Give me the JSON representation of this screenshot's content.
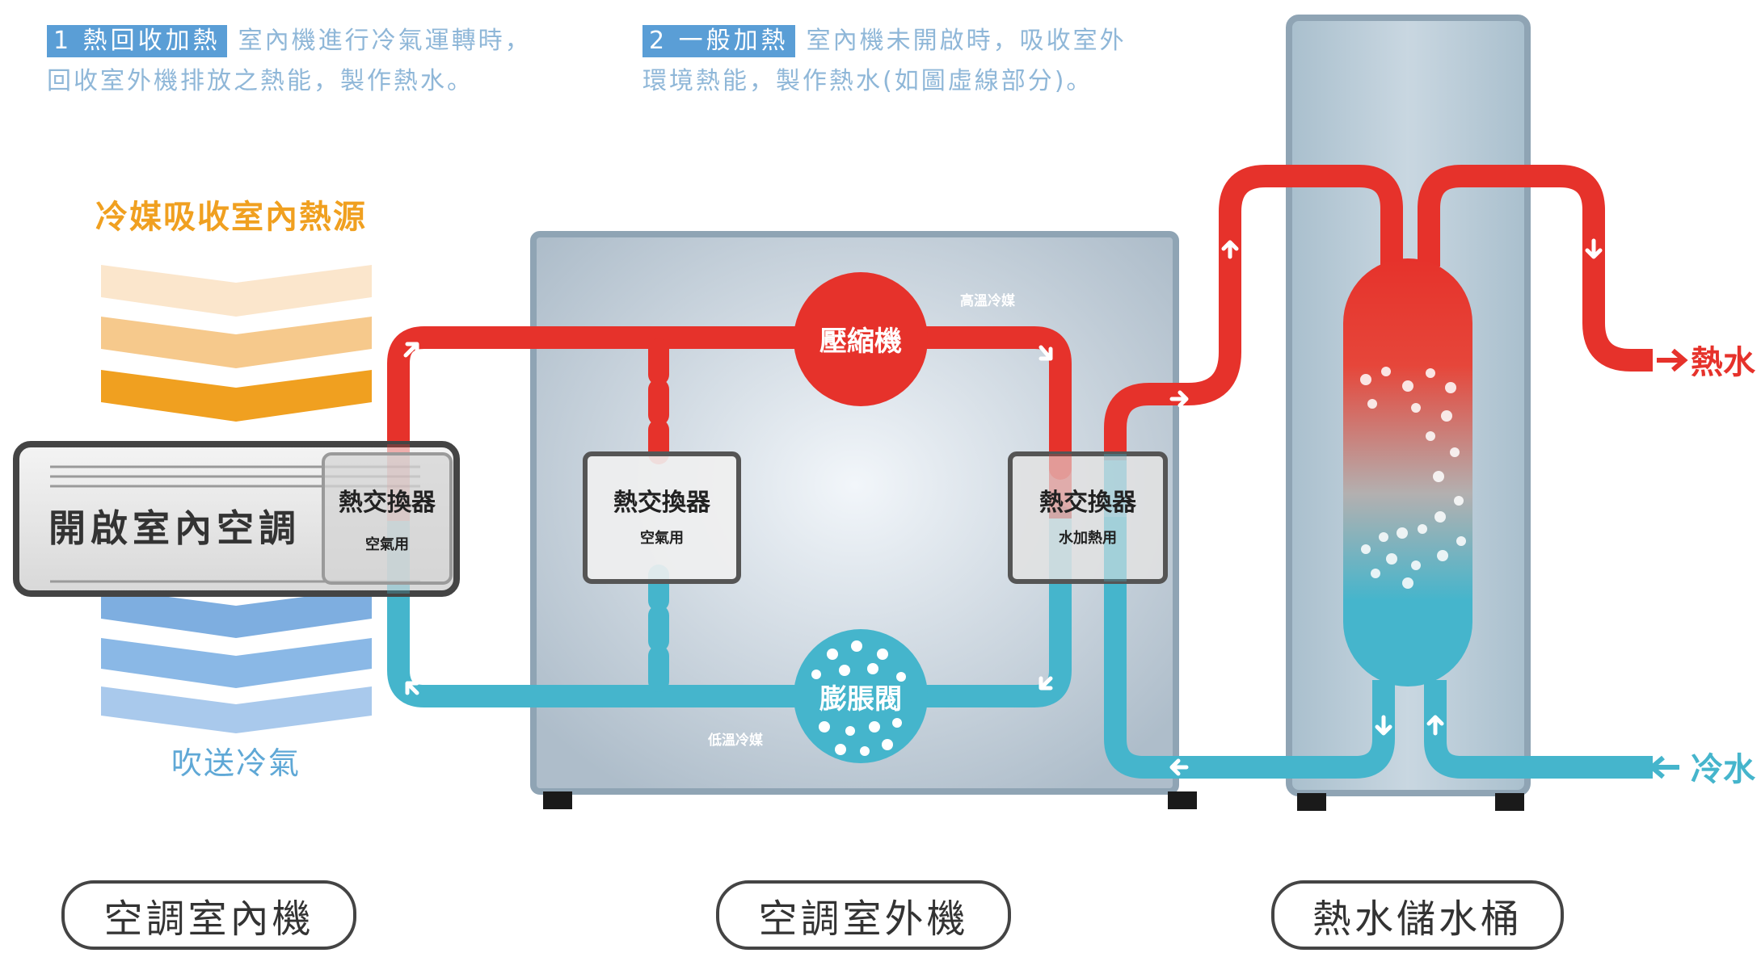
{
  "notes": [
    {
      "tag": "1 熱回收加熱",
      "line1": "室內機進行冷氣運轉時，",
      "line2": "回收室外機排放之熱能，製作熱水。"
    },
    {
      "tag": "2 一般加熱",
      "line1": "室內機未開啟時，吸收室外",
      "line2": "環境熱能，製作熱水(如圖虛線部分)。"
    }
  ],
  "indoor": {
    "heat_source_label": "冷媒吸收室內熱源",
    "ac_label": "開啟室內空調",
    "hx_title": "熱交換器",
    "hx_sub": "空氣用",
    "blow_label": "吹送冷氣"
  },
  "outdoor": {
    "compressor": "壓縮機",
    "expansion_valve": "膨脹閥",
    "high_temp": "高溫冷媒",
    "low_temp": "低溫冷媒",
    "hx_air_title": "熱交換器",
    "hx_air_sub": "空氣用",
    "hx_water_title": "熱交換器",
    "hx_water_sub": "水加熱用"
  },
  "tank": {
    "hot_water": "熱水",
    "cold_water": "冷水"
  },
  "bottom_labels": {
    "indoor": "空調室內機",
    "outdoor": "空調室外機",
    "tank": "熱水儲水桶"
  },
  "colors": {
    "hot_pipe": "#e6322b",
    "cold_pipe": "#45b5cc",
    "orange_text": "#f0a020",
    "blue_text": "#5fa8d6",
    "unit_border": "#8fa4b4"
  }
}
